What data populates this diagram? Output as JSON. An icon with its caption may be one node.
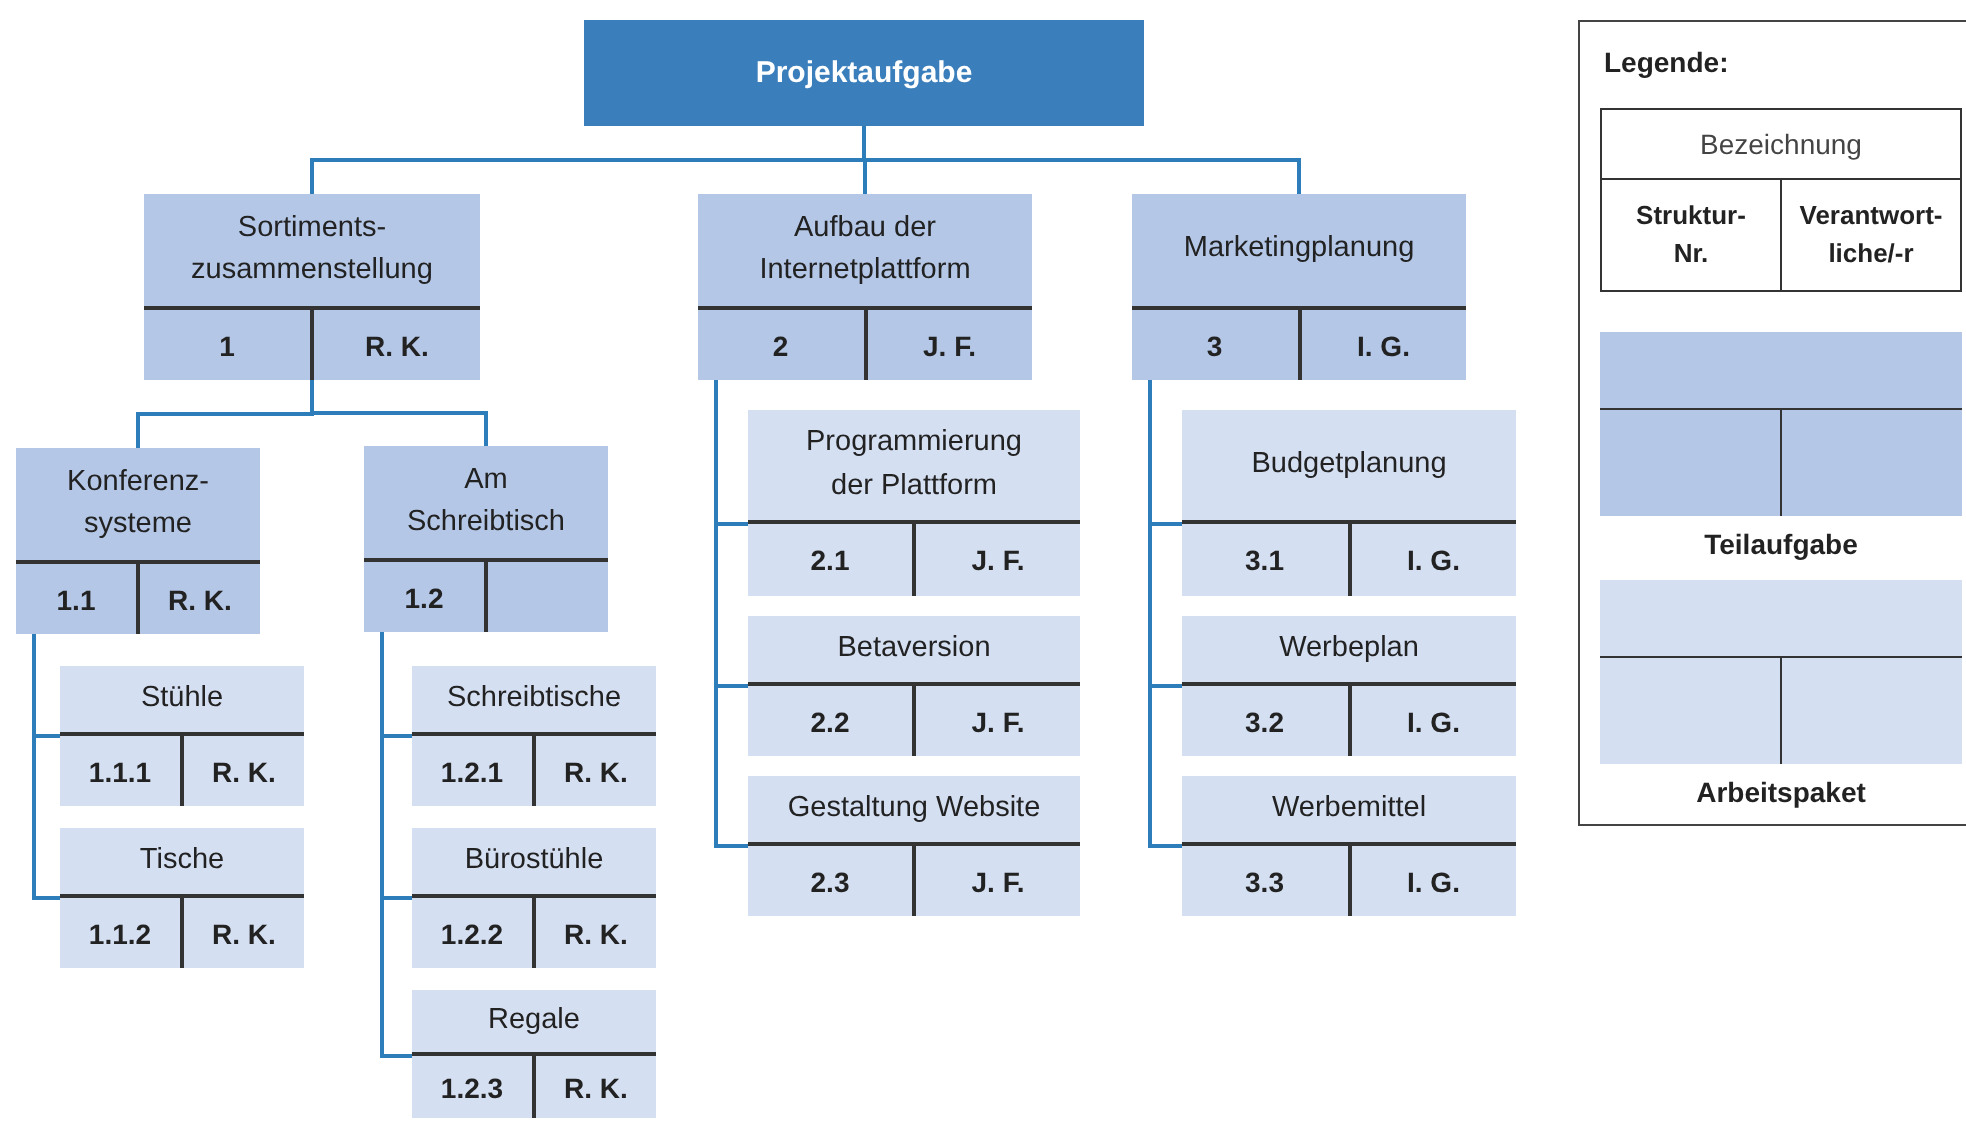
{
  "diagram": {
    "nodes": [
      {
        "text": [
          "Projektaufgabe"
        ]
      },
      {
        "text": [
          "Sortiments-zusammenstellung",
          "1",
          "R. K."
        ]
      },
      {
        "text": [
          "Konferenz-systeme",
          "1.1",
          "R. K."
        ]
      },
      {
        "text": [
          "Stühle",
          "1.1.1",
          "R. K."
        ]
      },
      {
        "text": [
          "Tische",
          "1.1.2",
          "R. K."
        ]
      },
      {
        "text": [
          "Am Schreibtisch",
          "1.2"
        ]
      },
      {
        "text": [
          "Schreibtische",
          "1.2.1",
          "R. K."
        ]
      },
      {
        "text": [
          "Bürostühle",
          "1.2.2",
          "R. K."
        ]
      },
      {
        "text": [
          "Regale",
          "1.2.3",
          "R. K."
        ]
      },
      {
        "text": [
          "Aufbau der Internetplattform",
          "2",
          "J. F."
        ]
      },
      {
        "text": [
          "Programmierung der Plattform",
          "2.1",
          "J. F."
        ]
      },
      {
        "text": [
          "Betaversion",
          "2.2",
          "J. F."
        ]
      },
      {
        "text": [
          "Gestaltung Website",
          "2.3",
          "J. F."
        ]
      },
      {
        "text": [
          "Marketingplanung",
          "3",
          "I. G."
        ]
      },
      {
        "text": [
          "Budgetplanung",
          "3.1",
          "I. G."
        ]
      },
      {
        "text": [
          "Werbeplan",
          "3.2",
          "I. G."
        ]
      },
      {
        "text": [
          "Werbemittel",
          "3.3",
          "I. G."
        ]
      }
    ],
    "edges": [
      {
        "from": 0,
        "to": 1,
        "arrow": "none"
      },
      {
        "from": 0,
        "to": 9,
        "arrow": "none"
      },
      {
        "from": 0,
        "to": 13,
        "arrow": "none"
      },
      {
        "from": 1,
        "to": 2,
        "arrow": "none"
      },
      {
        "from": 1,
        "to": 5,
        "arrow": "none"
      },
      {
        "from": 2,
        "to": 3,
        "arrow": "none"
      },
      {
        "from": 2,
        "to": 4,
        "arrow": "none"
      },
      {
        "from": 5,
        "to": 6,
        "arrow": "none"
      },
      {
        "from": 5,
        "to": 7,
        "arrow": "none"
      },
      {
        "from": 5,
        "to": 8,
        "arrow": "none"
      },
      {
        "from": 9,
        "to": 10,
        "arrow": "none"
      },
      {
        "from": 9,
        "to": 11,
        "arrow": "none"
      },
      {
        "from": 9,
        "to": 12,
        "arrow": "none"
      },
      {
        "from": 13,
        "to": 14,
        "arrow": "none"
      },
      {
        "from": 13,
        "to": 15,
        "arrow": "none"
      },
      {
        "from": 13,
        "to": 16,
        "arrow": "none"
      }
    ],
    "labels": [
      "Legende:",
      "Bezeichnung",
      "Struktur-Nr.",
      "Verantwort-liche/-r"
    ],
    "legend": [
      {
        "text": "Teilaufgabe",
        "color": "#b4c7e7"
      },
      {
        "text": "Arbeitspaket",
        "color": "#d5dff2"
      }
    ]
  }
}
